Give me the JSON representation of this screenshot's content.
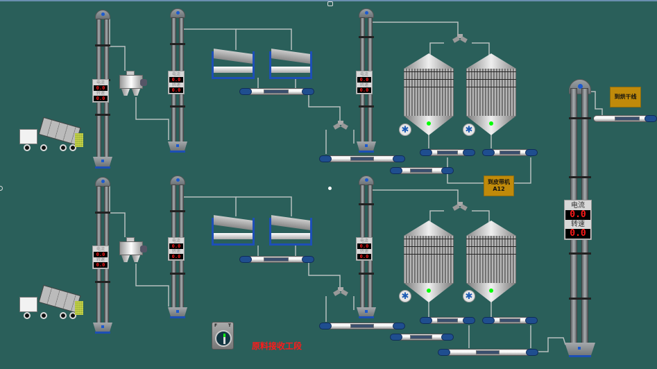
{
  "screen": {
    "title": "原料接收工段",
    "background": "#2a5f5a"
  },
  "labels": {
    "current": "电流",
    "speed": "转速"
  },
  "tags": {
    "to_dryer_line": "到烘干线",
    "to_belt_line1": "到皮带机",
    "to_belt_line2": "A12"
  },
  "switch": {
    "left": "F",
    "right": "T",
    "state": "on",
    "indicator_color": "#1aff1a"
  },
  "status_colors": {
    "running_led": "#00ff00",
    "value_text": "#ff1a1a",
    "conveyor_cap": "#1f4e8f",
    "tag_bg": "#c08a0a"
  },
  "elevators": [
    {
      "id": "elev-1",
      "current": "0.0",
      "speed": "0.0"
    },
    {
      "id": "elev-2",
      "current": "0.0",
      "speed": "0.0"
    },
    {
      "id": "elev-3",
      "current": "0.0",
      "speed": "0.0"
    },
    {
      "id": "elev-4",
      "current": "0.0",
      "speed": "0.0"
    },
    {
      "id": "elev-5",
      "current": "0.0",
      "speed": "0.0"
    },
    {
      "id": "elev-6",
      "current": "0.0",
      "speed": "0.0"
    },
    {
      "id": "elev-main",
      "current": "0.0",
      "speed": "0.0"
    }
  ],
  "icons": {
    "fan": "✱"
  }
}
